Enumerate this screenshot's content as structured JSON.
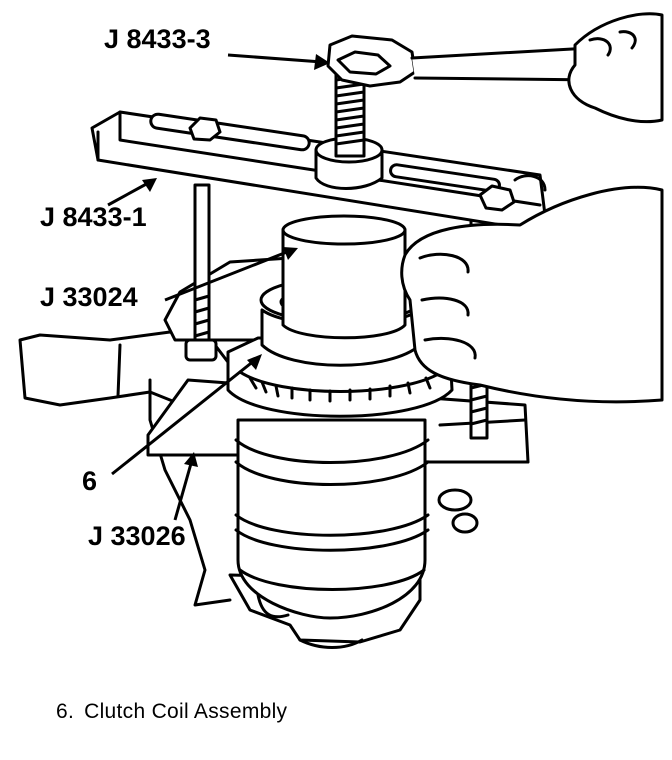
{
  "labels": {
    "j8433_3": "J 8433-3",
    "j8433_1": "J 8433-1",
    "j33024": "J 33024",
    "six": "6",
    "j33026": "J 33026"
  },
  "caption": {
    "number": "6.",
    "text": "Clutch Coil Assembly"
  }
}
